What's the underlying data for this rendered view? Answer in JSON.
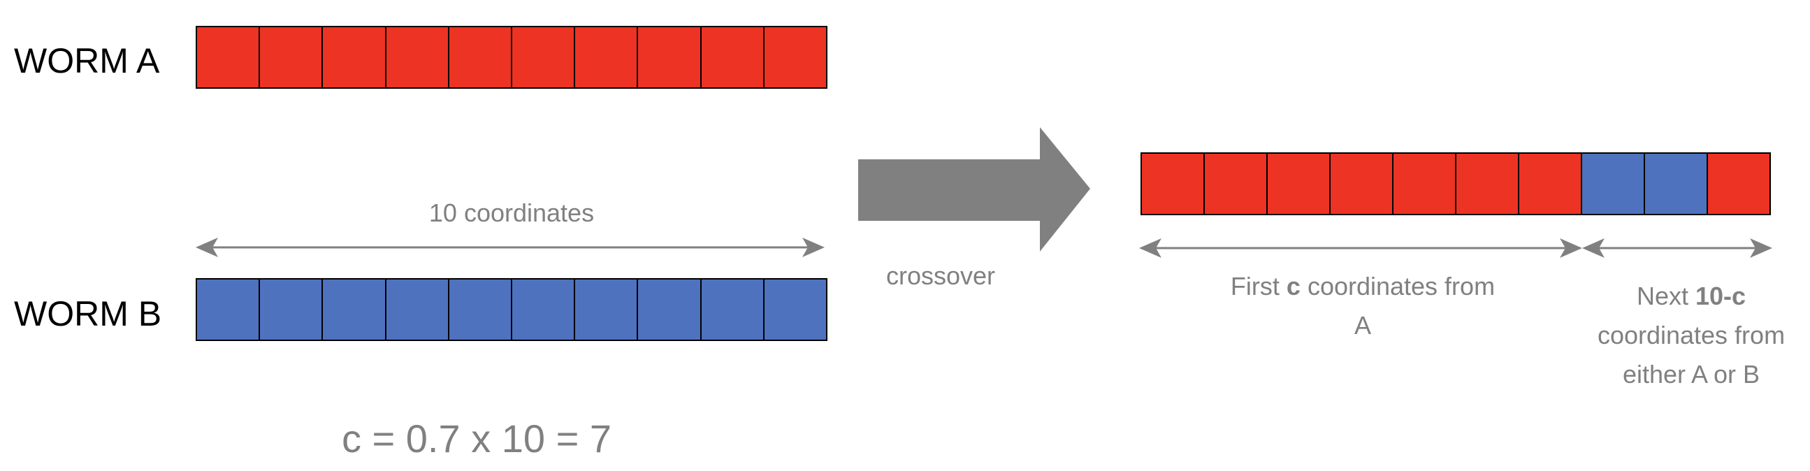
{
  "colors": {
    "worm_a": "#ED3323",
    "worm_b": "#4F72BF",
    "text_gray": "#808080",
    "arrow_gray": "#808080"
  },
  "worm_a": {
    "label": "WORM A",
    "genes": [
      "A",
      "A",
      "A",
      "A",
      "A",
      "A",
      "A",
      "A",
      "A",
      "A"
    ]
  },
  "worm_b": {
    "label": "WORM B",
    "genes": [
      "B",
      "B",
      "B",
      "B",
      "B",
      "B",
      "B",
      "B",
      "B",
      "B"
    ]
  },
  "length_label": "10 coordinates",
  "formula": "c = 0.7 x 10 = 7",
  "operation_label": "crossover",
  "child": {
    "genes": [
      "A",
      "A",
      "A",
      "A",
      "A",
      "A",
      "A",
      "B",
      "B",
      "A"
    ]
  },
  "caption_first": {
    "pre": "First ",
    "bold": "c",
    "post": " coordinates from",
    "line2": "A"
  },
  "caption_next": {
    "pre": "Next ",
    "bold": "10-c",
    "line2": "coordinates from",
    "line3": "either A or B"
  }
}
